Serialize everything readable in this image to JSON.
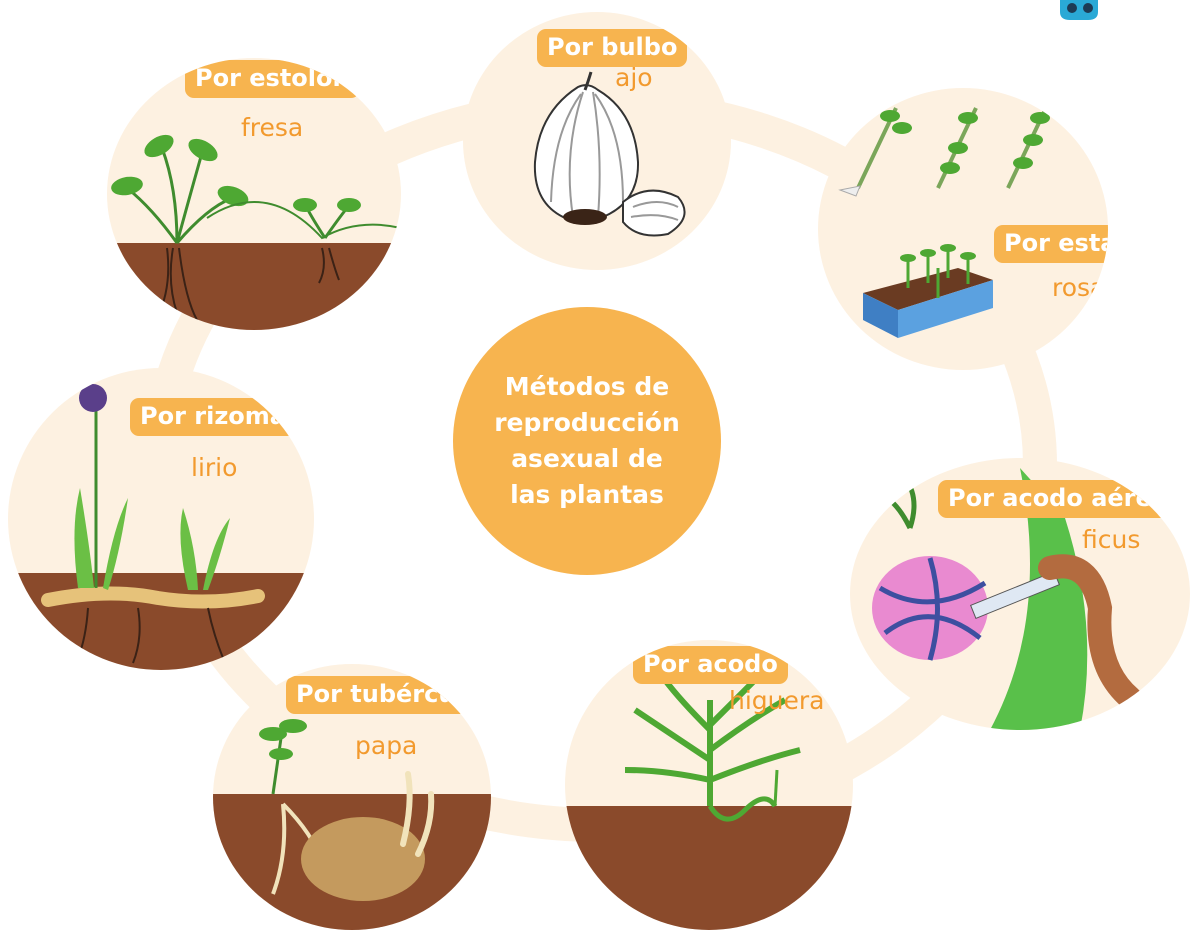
{
  "center_title": "Métodos de reproducción asexual de las plantas",
  "methods": [
    {
      "method": "Por bulbo",
      "example": "ajo"
    },
    {
      "method": "Por estolón",
      "example": "fresa"
    },
    {
      "method": "Por estaca",
      "example": "rosa"
    },
    {
      "method": "Por rizoma",
      "example": "lirio"
    },
    {
      "method": "Por acodo aéreo",
      "example": "ficus"
    },
    {
      "method": "Por tubérculo",
      "example": "papa"
    },
    {
      "method": "Por acodo",
      "example": "higuera"
    }
  ],
  "colors": {
    "tag_bg": "#f7b44f",
    "example_text": "#f29a2e",
    "circle_bg": "#fdf1e1",
    "ring": "#fdf1e1",
    "soil": "#8a4a2b",
    "leaf": "#4ea833"
  }
}
